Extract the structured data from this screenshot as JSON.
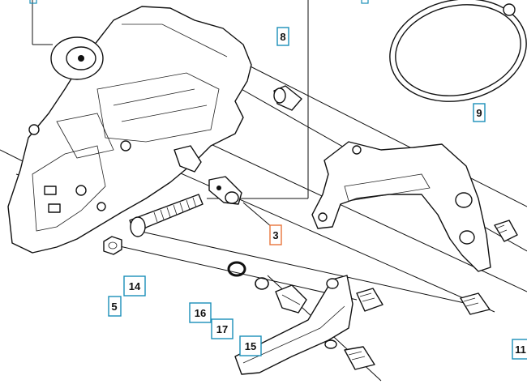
{
  "diagram": {
    "callouts": [
      {
        "id": "c8",
        "label": "8",
        "color": "#1a8fb8"
      },
      {
        "id": "c9",
        "label": "9",
        "color": "#1a8fb8"
      },
      {
        "id": "c3",
        "label": "3",
        "color": "#e8743b"
      },
      {
        "id": "c14",
        "label": "14",
        "color": "#1a8fb8"
      },
      {
        "id": "c5",
        "label": "5",
        "color": "#1a8fb8"
      },
      {
        "id": "c16",
        "label": "16",
        "color": "#1a8fb8"
      },
      {
        "id": "c17",
        "label": "17",
        "color": "#1a8fb8"
      },
      {
        "id": "c15",
        "label": "15",
        "color": "#1a8fb8"
      },
      {
        "id": "c11",
        "label": "11",
        "color": "#1a8fb8"
      }
    ]
  }
}
